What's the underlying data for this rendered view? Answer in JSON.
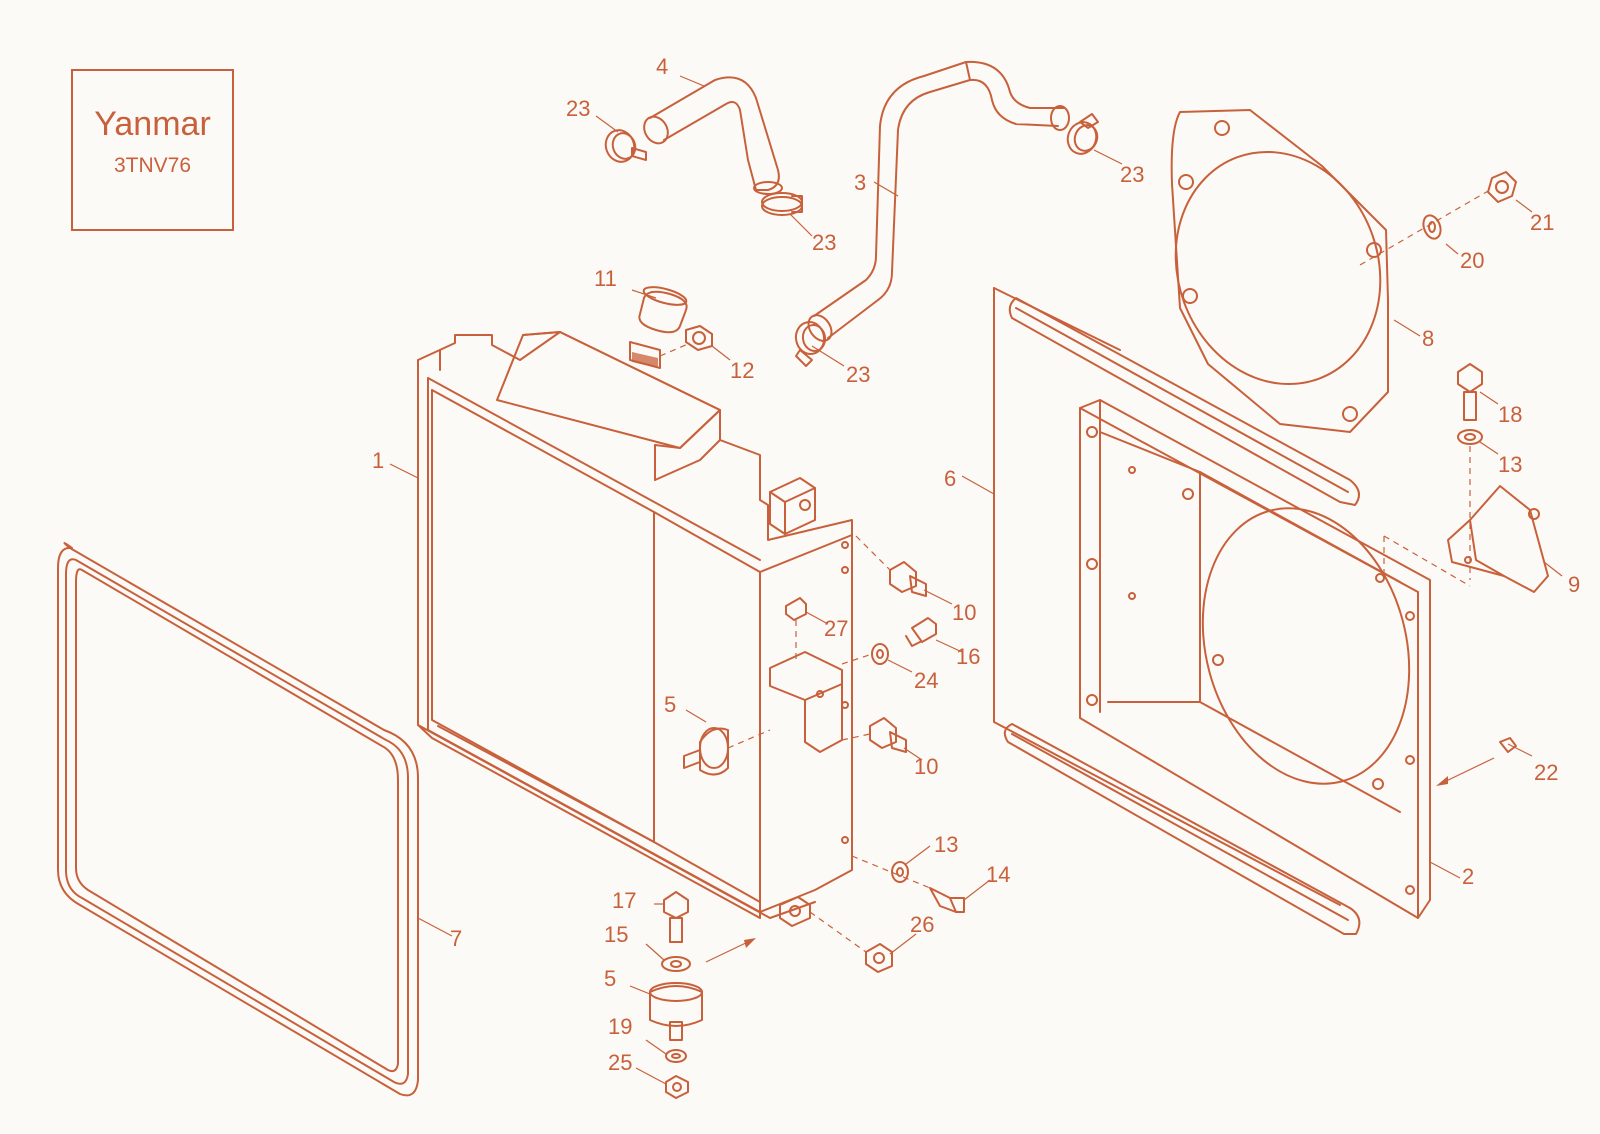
{
  "header": {
    "brand": "Yanmar",
    "model": "3TNV76"
  },
  "callouts": [
    {
      "id": "c4",
      "label": "4"
    },
    {
      "id": "c23a",
      "label": "23"
    },
    {
      "id": "c23b",
      "label": "23"
    },
    {
      "id": "c23c",
      "label": "23"
    },
    {
      "id": "c23d",
      "label": "23"
    },
    {
      "id": "c3",
      "label": "3"
    },
    {
      "id": "c21",
      "label": "21"
    },
    {
      "id": "c20",
      "label": "20"
    },
    {
      "id": "c11",
      "label": "11"
    },
    {
      "id": "c12",
      "label": "12"
    },
    {
      "id": "c8",
      "label": "8"
    },
    {
      "id": "c18",
      "label": "18"
    },
    {
      "id": "c13a",
      "label": "13"
    },
    {
      "id": "c1",
      "label": "1"
    },
    {
      "id": "c6",
      "label": "6"
    },
    {
      "id": "c9",
      "label": "9"
    },
    {
      "id": "c10a",
      "label": "10"
    },
    {
      "id": "c27",
      "label": "27"
    },
    {
      "id": "c16",
      "label": "16"
    },
    {
      "id": "c24",
      "label": "24"
    },
    {
      "id": "c5a",
      "label": "5"
    },
    {
      "id": "c10b",
      "label": "10"
    },
    {
      "id": "c22",
      "label": "22"
    },
    {
      "id": "c13b",
      "label": "13"
    },
    {
      "id": "c14",
      "label": "14"
    },
    {
      "id": "c2",
      "label": "2"
    },
    {
      "id": "c17",
      "label": "17"
    },
    {
      "id": "c15",
      "label": "15"
    },
    {
      "id": "c7",
      "label": "7"
    },
    {
      "id": "c26",
      "label": "26"
    },
    {
      "id": "c5b",
      "label": "5"
    },
    {
      "id": "c19",
      "label": "19"
    },
    {
      "id": "c25",
      "label": "25"
    }
  ],
  "colors": {
    "line": "#c8613b",
    "background": "#fbfaf7"
  }
}
